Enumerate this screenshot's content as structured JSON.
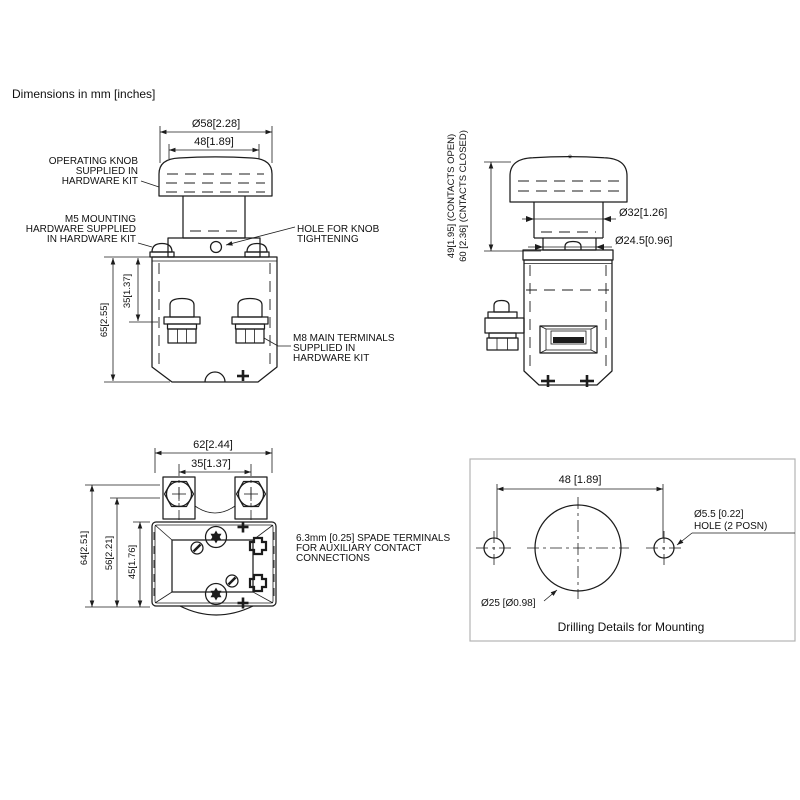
{
  "note": "Dimensions in mm [inches]",
  "front_view": {
    "dim_knob_diameter": "Ø58[2.28]",
    "dim_knob_top_width": "48[1.89]",
    "dim_body_height": "65[2.55]",
    "dim_terminal_height": "35[1.37]",
    "label_operating_knob": [
      "OPERATING KNOB",
      "SUPPLIED IN",
      "HARDWARE KIT"
    ],
    "label_m5_mounting": [
      "M5 MOUNTING",
      "HARDWARE SUPPLIED",
      "IN HARDWARE KIT"
    ],
    "label_hole_for_knob": [
      "HOLE FOR KNOB",
      "TIGHTENING"
    ],
    "label_m8_terminals": [
      "M8 MAIN TERMINALS",
      "SUPPLIED IN",
      "HARDWARE KIT"
    ]
  },
  "side_view": {
    "dim_height_open": "49[1.95] (CONTACTS OPEN)",
    "dim_height_closed": "60 [2.36] (CNTACTS CLOSED)",
    "dim_stem_diameter": "Ø32[1.26]",
    "dim_collar_diameter": "Ø24.5[0.96]",
    "knob_top_marker": "*"
  },
  "bottom_view": {
    "dim_overall_width": "62[2.44]",
    "dim_terminal_spacing": "35[1.37]",
    "dim_overall_depth": "64[2.51]",
    "dim_body_depth": "56[2.21]",
    "dim_base_depth": "45[1.76]",
    "label_spade_terminals": [
      "6.3mm [0.25] SPADE TERMINALS",
      "FOR AUXILIARY CONTACT",
      "CONNECTIONS"
    ]
  },
  "drilling_panel": {
    "dim_hole_spacing": "48 [1.89]",
    "label_small_hole": [
      "Ø5.5 [0.22]",
      "HOLE (2 POSN)"
    ],
    "label_large_hole": "Ø25 [Ø0.98]",
    "caption": "Drilling Details for Mounting"
  }
}
